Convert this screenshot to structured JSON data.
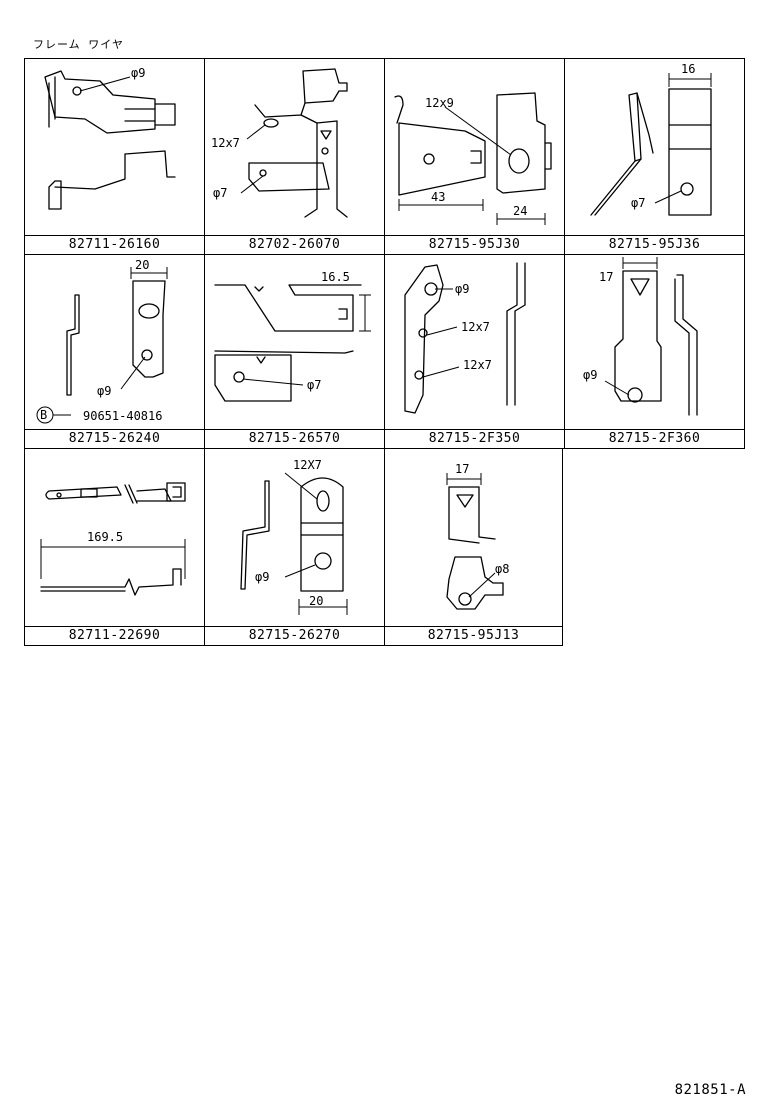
{
  "title": "フレーム ワイヤ",
  "footer_code": "821851-A",
  "parts": [
    {
      "part_number": "82711-26160",
      "labels": [
        "φ9"
      ]
    },
    {
      "part_number": "82702-26070",
      "labels": [
        "12x7",
        "φ7"
      ]
    },
    {
      "part_number": "82715-95J30",
      "labels": [
        "12x9",
        "43",
        "24"
      ]
    },
    {
      "part_number": "82715-95J36",
      "labels": [
        "16",
        "φ7"
      ]
    },
    {
      "part_number": "82715-26240",
      "labels": [
        "20",
        "φ9",
        "B",
        "90651-40816"
      ]
    },
    {
      "part_number": "82715-26570",
      "labels": [
        "16.5",
        "φ7"
      ]
    },
    {
      "part_number": "82715-2F350",
      "labels": [
        "φ9",
        "12x7",
        "12x7"
      ]
    },
    {
      "part_number": "82715-2F360",
      "labels": [
        "17",
        "φ9"
      ]
    },
    {
      "part_number": "82711-22690",
      "labels": [
        "169.5"
      ]
    },
    {
      "part_number": "82715-26270",
      "labels": [
        "12X7",
        "φ9",
        "20"
      ]
    },
    {
      "part_number": "82715-95J13",
      "labels": [
        "17",
        "φ8"
      ]
    }
  ]
}
